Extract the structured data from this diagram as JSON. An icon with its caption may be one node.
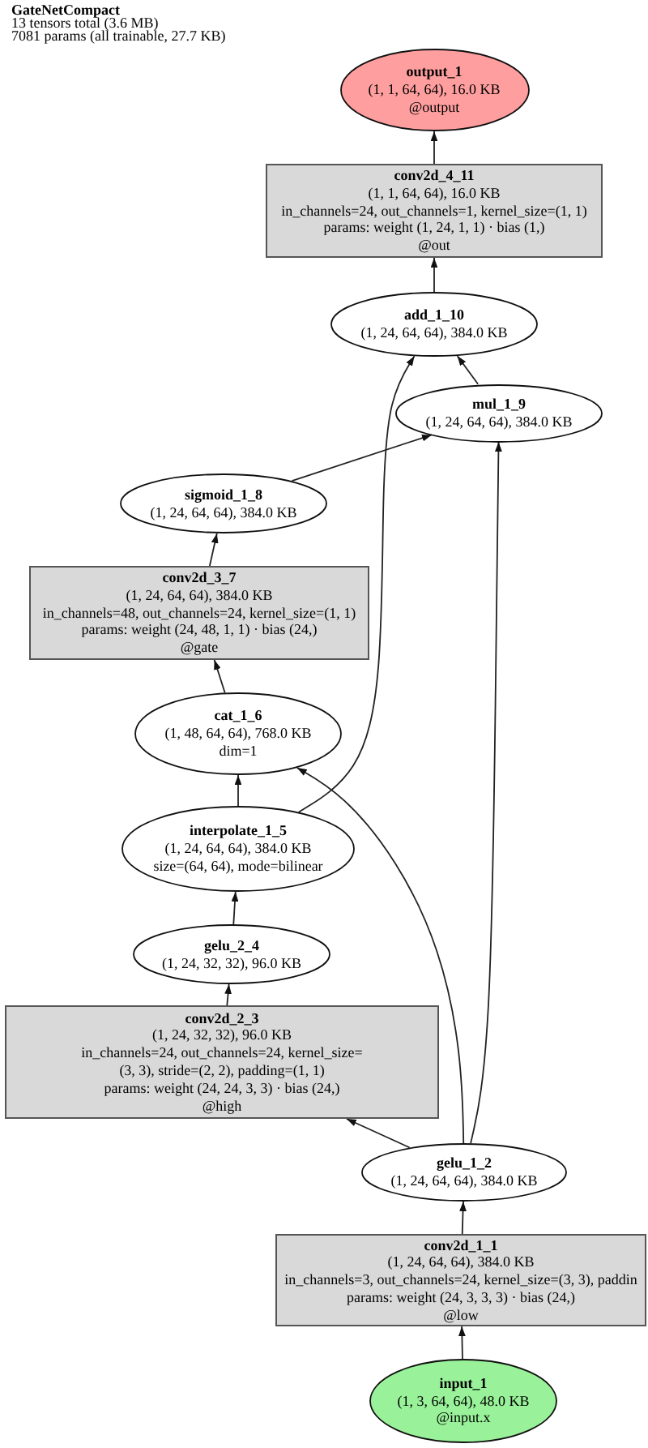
{
  "diagram": {
    "title": "GateNetCompact",
    "labels": [
      "13 tensors total (3.6 MB)",
      "7081 params (all trainable, 27.7 KB)"
    ],
    "nodes": [
      {
        "text": [
          "output_1",
          "(1, 1, 64, 64), 16.0 KB",
          "@output"
        ]
      },
      {
        "text": [
          "conv2d_4_11",
          "(1, 1, 64, 64), 16.0 KB",
          "in_channels=24, out_channels=1, kernel_size=(1, 1)",
          "params: weight (1, 24, 1, 1) · bias (1,)",
          "@out"
        ]
      },
      {
        "text": [
          "add_1_10",
          "(1, 24, 64, 64), 384.0 KB"
        ]
      },
      {
        "text": [
          "mul_1_9",
          "(1, 24, 64, 64), 384.0 KB"
        ]
      },
      {
        "text": [
          "sigmoid_1_8",
          "(1, 24, 64, 64), 384.0 KB"
        ]
      },
      {
        "text": [
          "conv2d_3_7",
          "(1, 24, 64, 64), 384.0 KB",
          "in_channels=48, out_channels=24, kernel_size=(1, 1)",
          "params: weight (24, 48, 1, 1) · bias (24,)",
          "@gate"
        ]
      },
      {
        "text": [
          "cat_1_6",
          "(1, 48, 64, 64), 768.0 KB",
          "dim=1"
        ]
      },
      {
        "text": [
          "interpolate_1_5",
          "(1, 24, 64, 64), 384.0 KB",
          "size=(64, 64), mode=bilinear"
        ]
      },
      {
        "text": [
          "gelu_2_4",
          "(1, 24, 32, 32), 96.0 KB"
        ]
      },
      {
        "text": [
          "conv2d_2_3",
          "(1, 24, 32, 32), 96.0 KB",
          "in_channels=24, out_channels=24, kernel_size=(3, 3), stride=(2, 2), padding=(1, 1)",
          "params: weight (24, 24, 3, 3) · bias (24,)",
          "@high"
        ]
      },
      {
        "text": [
          "gelu_1_2",
          "(1, 24, 64, 64), 384.0 KB"
        ]
      },
      {
        "text": [
          "conv2d_1_1",
          "(1, 24, 64, 64), 384.0 KB",
          "in_channels=3, out_channels=24, kernel_size=(3, 3), paddin",
          "params: weight (24, 3, 3, 3) · bias (24,)",
          "@low"
        ]
      },
      {
        "text": [
          "input_1",
          "(1, 3, 64, 64), 48.0 KB",
          "@input.x"
        ]
      }
    ],
    "edges": [
      {
        "from": 1,
        "to": 0,
        "arrow": "to"
      },
      {
        "from": 2,
        "to": 1,
        "arrow": "to"
      },
      {
        "from": 3,
        "to": 2,
        "arrow": "to"
      },
      {
        "from": 7,
        "to": 2,
        "arrow": "to"
      },
      {
        "from": 4,
        "to": 3,
        "arrow": "to"
      },
      {
        "from": 10,
        "to": 3,
        "arrow": "to"
      },
      {
        "from": 5,
        "to": 4,
        "arrow": "to"
      },
      {
        "from": 6,
        "to": 5,
        "arrow": "to"
      },
      {
        "from": 7,
        "to": 6,
        "arrow": "to"
      },
      {
        "from": 10,
        "to": 6,
        "arrow": "to"
      },
      {
        "from": 8,
        "to": 7,
        "arrow": "to"
      },
      {
        "from": 9,
        "to": 8,
        "arrow": "to"
      },
      {
        "from": 10,
        "to": 9,
        "arrow": "to"
      },
      {
        "from": 11,
        "to": 10,
        "arrow": "to"
      },
      {
        "from": 12,
        "to": 11,
        "arrow": "to"
      }
    ]
  }
}
